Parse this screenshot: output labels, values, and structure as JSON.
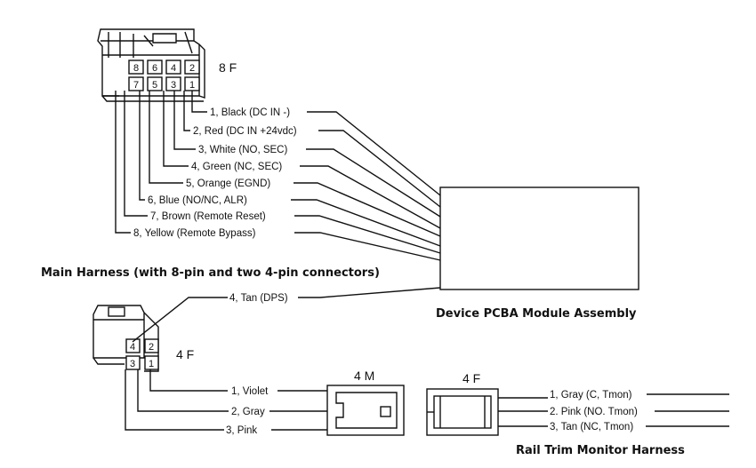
{
  "main_connector": {
    "label": "8 F",
    "top_pins": [
      "8",
      "6",
      "4",
      "2"
    ],
    "bottom_pins": [
      "7",
      "5",
      "3",
      "1"
    ]
  },
  "main_wires": [
    "1, Black (DC IN -)",
    "2, Red (DC IN +24vdc)",
    "3, White (NO, SEC)",
    "4, Green (NC, SEC)",
    "5, Orange (EGND)",
    "6, Blue (NO/NC, ALR)",
    "7, Brown (Remote Reset)",
    "8, Yellow (Remote Bypass)"
  ],
  "main_harness_title": "Main Harness (with 8-pin and two 4-pin connectors)",
  "dps_wire": "4, Tan (DPS)",
  "device_title": "Device PCBA Module Assembly",
  "small_connector": {
    "label": "4 F",
    "top_pins": [
      "4",
      "2"
    ],
    "bottom_pins": [
      "3",
      "1"
    ]
  },
  "small_wires": [
    "1, Violet",
    "2, Gray",
    "3, Pink"
  ],
  "male_connector_label": "4 M",
  "rail_connector_label": "4 F",
  "rail_wires": [
    "1, Gray (C, Tmon)",
    "2. Pink (NO. Tmon)",
    "3, Tan (NC, Tmon)"
  ],
  "rail_harness_title": "Rail Trim Monitor Harness"
}
